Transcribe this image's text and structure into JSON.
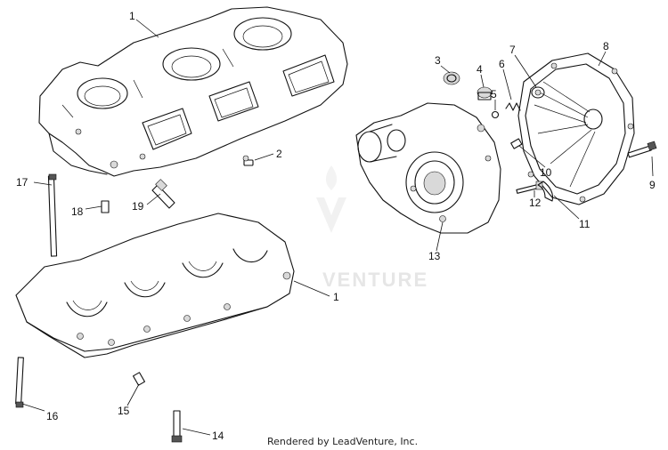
{
  "callouts": [
    "1",
    "2",
    "3",
    "4",
    "5",
    "6",
    "7",
    "8",
    "9",
    "10",
    "11",
    "12",
    "13",
    "14",
    "15",
    "16",
    "17",
    "18",
    "19",
    "1"
  ],
  "footer": "Rendered by LeadVenture, Inc.",
  "watermark": "VENTURE"
}
